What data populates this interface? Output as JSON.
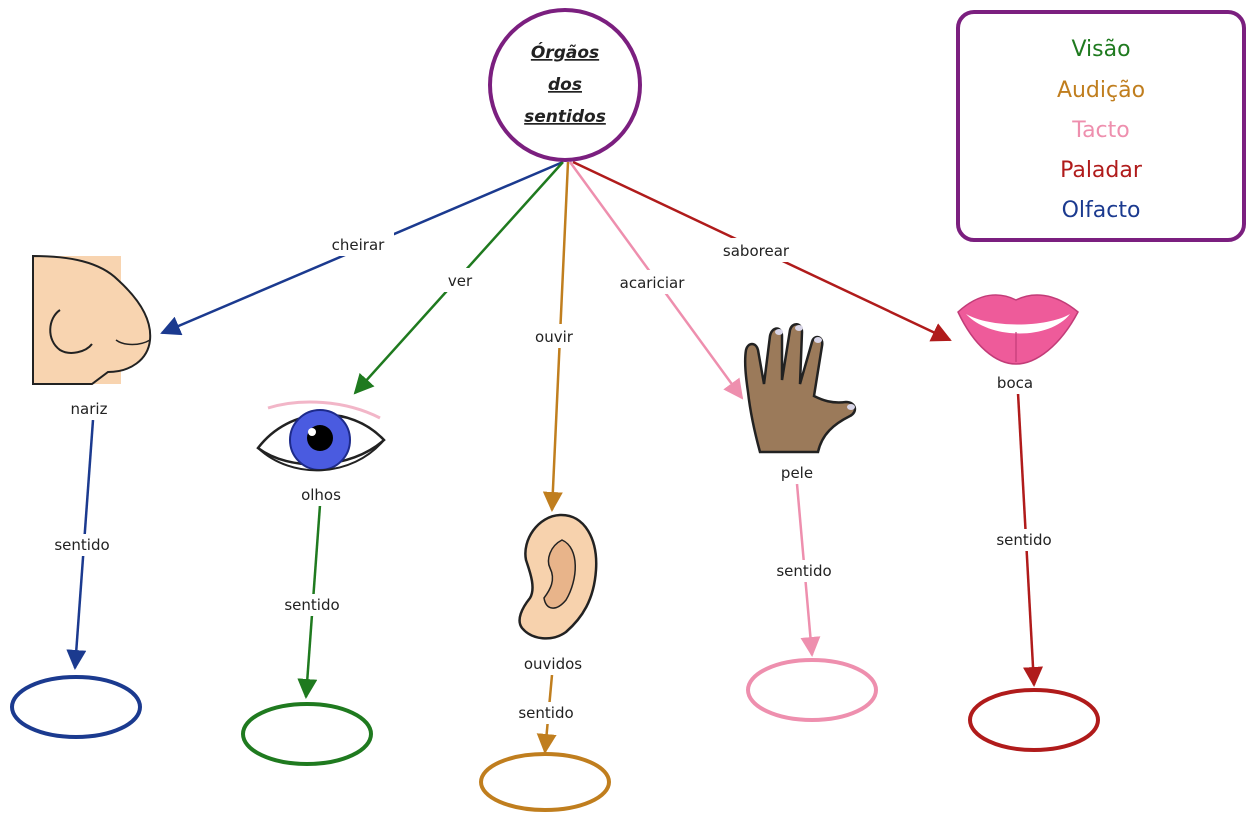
{
  "central": {
    "lines": [
      "Órgãos",
      "dos",
      "sentidos"
    ],
    "color": "#7b1f7f"
  },
  "legend": {
    "border_color": "#7b1f7f",
    "items": [
      {
        "label": "Visão",
        "color": "#1f7a1f"
      },
      {
        "label": "Audição",
        "color": "#c07e1e"
      },
      {
        "label": "Tacto",
        "color": "#ee8fae"
      },
      {
        "label": "Paladar",
        "color": "#b01b1b"
      },
      {
        "label": "Olfacto",
        "color": "#1b3a8f"
      }
    ]
  },
  "branches": [
    {
      "sense": "Olfacto",
      "verb": "cheirar",
      "organ": "nariz",
      "organ_icon": "nose-icon",
      "relation": "sentido",
      "color": "#1b3a8f"
    },
    {
      "sense": "Visão",
      "verb": "ver",
      "organ": "olhos",
      "organ_icon": "eye-icon",
      "relation": "sentido",
      "color": "#1f7a1f"
    },
    {
      "sense": "Audição",
      "verb": "ouvir",
      "organ": "ouvidos",
      "organ_icon": "ear-icon",
      "relation": "sentido",
      "color": "#c07e1e"
    },
    {
      "sense": "Tacto",
      "verb": "acariciar",
      "organ": "pele",
      "organ_icon": "hand-icon",
      "relation": "sentido",
      "color": "#ee8fae"
    },
    {
      "sense": "Paladar",
      "verb": "saborear",
      "organ": "boca",
      "organ_icon": "mouth-icon",
      "relation": "sentido",
      "color": "#b01b1b"
    }
  ]
}
